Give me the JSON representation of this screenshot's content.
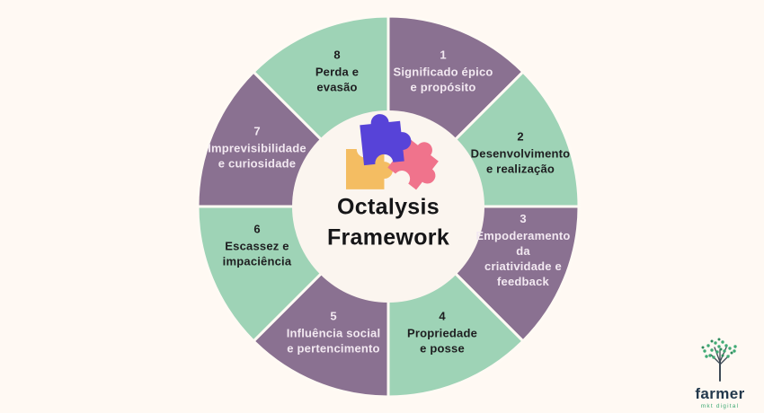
{
  "title": "Octalysis\nFramework",
  "segments": [
    {
      "number": "1",
      "label": "Significado épico\ne propósito",
      "color": "#8A7191",
      "text_style": "light"
    },
    {
      "number": "2",
      "label": "Desenvolvimento\ne realização",
      "color": "#9ED3B6",
      "text_style": "dark"
    },
    {
      "number": "3",
      "label": "Empoderamento\nda\ncriatividade e\nfeedback",
      "color": "#8A7191",
      "text_style": "light"
    },
    {
      "number": "4",
      "label": "Propriedade\ne posse",
      "color": "#9ED3B6",
      "text_style": "dark"
    },
    {
      "number": "5",
      "label": "Influência social\ne pertencimento",
      "color": "#8A7191",
      "text_style": "light"
    },
    {
      "number": "6",
      "label": "Escassez e\nimpaciência",
      "color": "#9ED3B6",
      "text_style": "dark"
    },
    {
      "number": "7",
      "label": "Imprevisibilidade\ne curiosidade",
      "color": "#8A7191",
      "text_style": "light"
    },
    {
      "number": "8",
      "label": "Perda e\nevasão",
      "color": "#9ED3B6",
      "text_style": "dark"
    }
  ],
  "center_icon": "puzzle-pieces-icon",
  "logo": {
    "name": "farmer",
    "tagline": "mkt digital"
  },
  "colors": {
    "background": "#FFF9F3",
    "segment_green": "#9ED3B6",
    "segment_purple": "#8A7191",
    "center_circle": "#FBF5EF",
    "separator": "#FFFAF4",
    "puzzle_purple": "#5743D8",
    "puzzle_yellow": "#F4BD62",
    "puzzle_pink": "#F0738C",
    "logo_green": "#3FAA74",
    "logo_navy": "#22384C"
  }
}
